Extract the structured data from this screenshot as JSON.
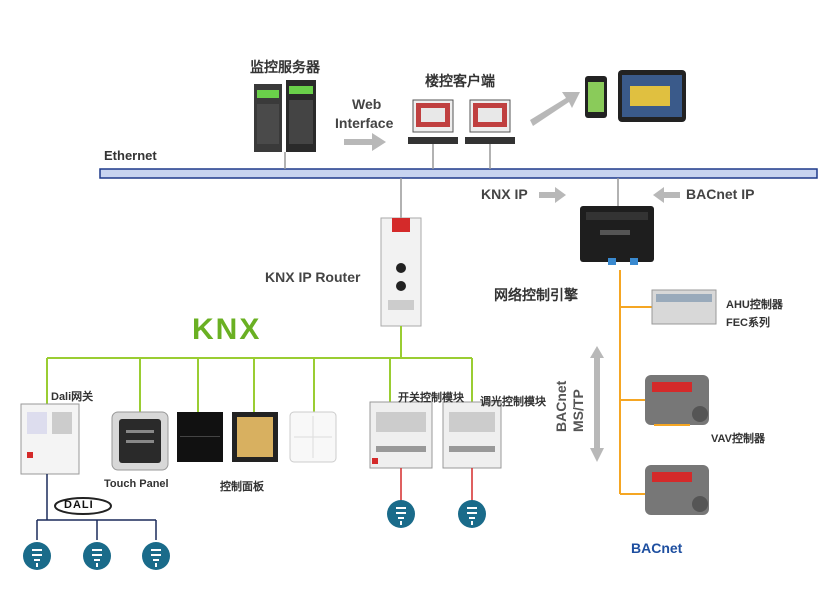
{
  "labels": {
    "monitor_server": "监控服务器",
    "bldg_client": "楼控客户端",
    "web_interface_line1": "Web",
    "web_interface_line2": "Interface",
    "ethernet": "Ethernet",
    "knx_ip": "KNX IP",
    "bacnet_ip": "BACnet IP",
    "knx_ip_router": "KNX IP Router",
    "network_engine": "网络控制引擎",
    "knx_logo": "KNX",
    "dali_gateway": "Dali网关",
    "dali_logo": "DALI",
    "touch_panel": "Touch Panel",
    "control_panel": "控制面板",
    "switch_module": "开关控制模块",
    "dimming_module": "调光控制模块",
    "ahu_controller": "AHU控制器",
    "fec_series": "FEC系列",
    "vav_controller": "VAV控制器",
    "bacnet_mstp_line1": "BACnet",
    "bacnet_mstp_line2": "MS/TP",
    "bacnet_logo": "BACnet"
  },
  "colors": {
    "ethernet_bus": "#c8d4f0",
    "ethernet_border": "#1f3a8a",
    "knx_bus": "#9acd32",
    "bacnet_bus": "#f5a623",
    "arrow_gray": "#b8b8b8",
    "bulb_teal": "#1a6b8a",
    "knx_green": "#6ab023",
    "knx_blue": "#1e4fa0"
  }
}
